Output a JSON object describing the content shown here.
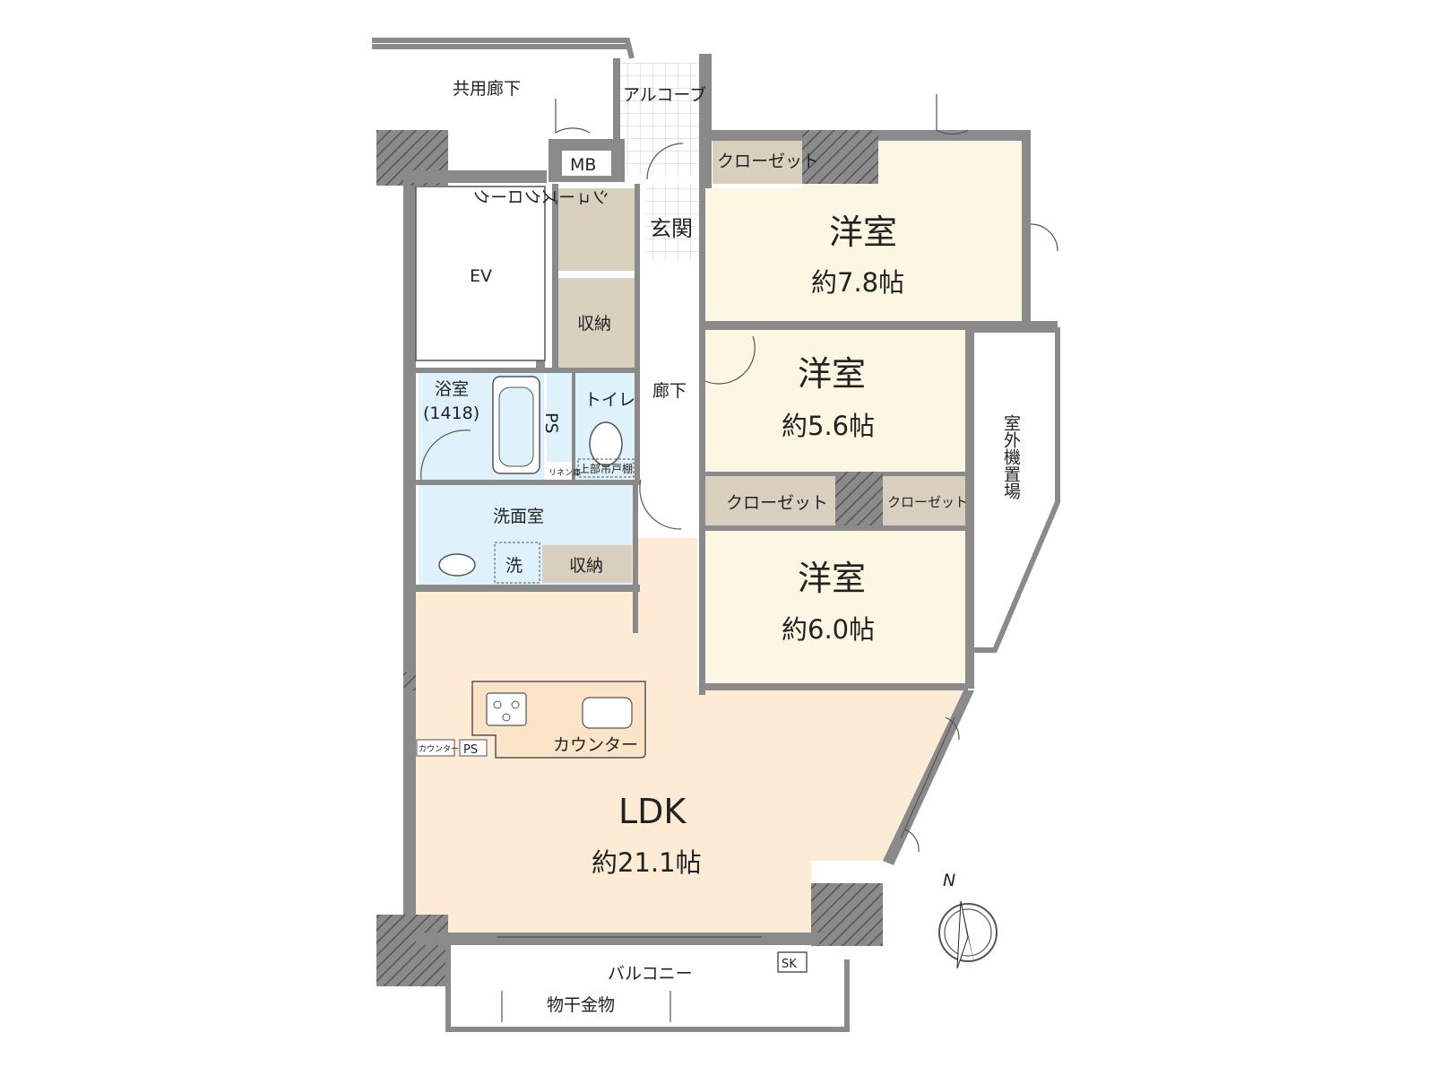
{
  "rooms": {
    "western1": {
      "name": "洋室",
      "size": "約7.8帖"
    },
    "western2": {
      "name": "洋室",
      "size": "約5.6帖"
    },
    "western3": {
      "name": "洋室",
      "size": "約6.0帖"
    },
    "ldk": {
      "name": "LDK",
      "size": "約21.1帖"
    }
  },
  "labels": {
    "common_corridor": "共用廊下",
    "alcove": "アルコーブ",
    "mb": "MB",
    "closet_top": "クローゼット",
    "shoes_cloak": "シューズクローク",
    "entrance": "玄関",
    "ev": "EV",
    "storage1": "収納",
    "corridor": "廊下",
    "bath": "浴室",
    "bath_size": "(1418)",
    "ps1": "PS",
    "toilet": "トイレ",
    "linen": "リネン庫",
    "upper_shelf": "上部吊戸棚",
    "closet_mid": "クローゼット",
    "closet_small": "クローゼット",
    "washroom": "洗面室",
    "washer": "洗",
    "storage2": "収納",
    "counter_big": "カウンター",
    "counter_small": "カウンター",
    "ps2": "PS",
    "outdoor_unit": "室外機置場",
    "balcony": "バルコニー",
    "clothes_pole": "物干金物",
    "sk": "SK",
    "north": "N"
  },
  "colors": {
    "wall": "#8a8a8a",
    "western": "#fbf7e3",
    "ldk": "#fdebd6",
    "wet": "#dff1fa",
    "storage": "#d9cfbf",
    "tile": "#ffffff"
  }
}
